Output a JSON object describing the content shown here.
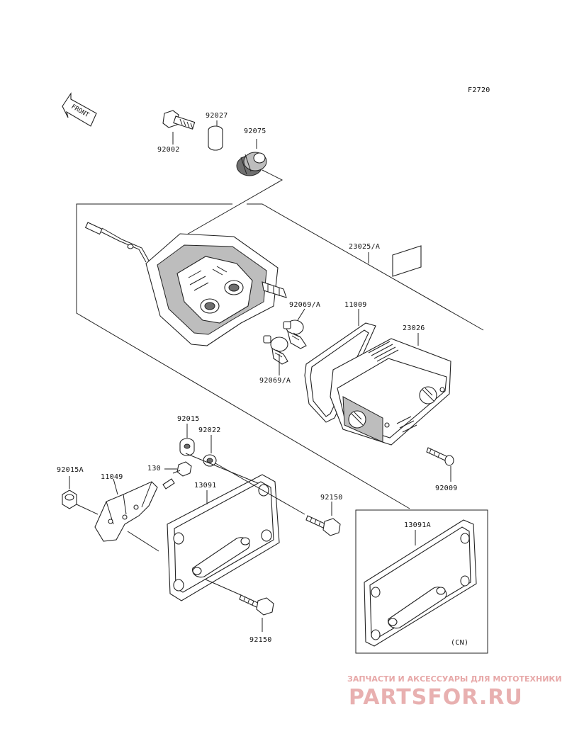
{
  "figure_code": "F2720",
  "front_arrow_label": "FRONT",
  "parts": {
    "p92002": "92002",
    "p92027": "92027",
    "p92075": "92075",
    "p23025A": "23025/A",
    "p92069A_top": "92069/A",
    "p11009": "11009",
    "p23026": "23026",
    "p92069A_bottom": "92069/A",
    "p92009": "92009",
    "p92015": "92015",
    "p92022": "92022",
    "p92015A": "92015A",
    "p11049": "11049",
    "p130": "130",
    "p13091": "13091",
    "p92150_right": "92150",
    "p13091A": "13091A",
    "p92150_bottom": "92150",
    "cn_note": "(CN)"
  },
  "watermark": {
    "tagline": "ЗАПЧАСТИ И АКСЕССУАРЫ ДЛЯ МОТОТЕХНИКИ",
    "brand": "PARTSFOR.RU",
    "color": "#e8b0b0"
  }
}
